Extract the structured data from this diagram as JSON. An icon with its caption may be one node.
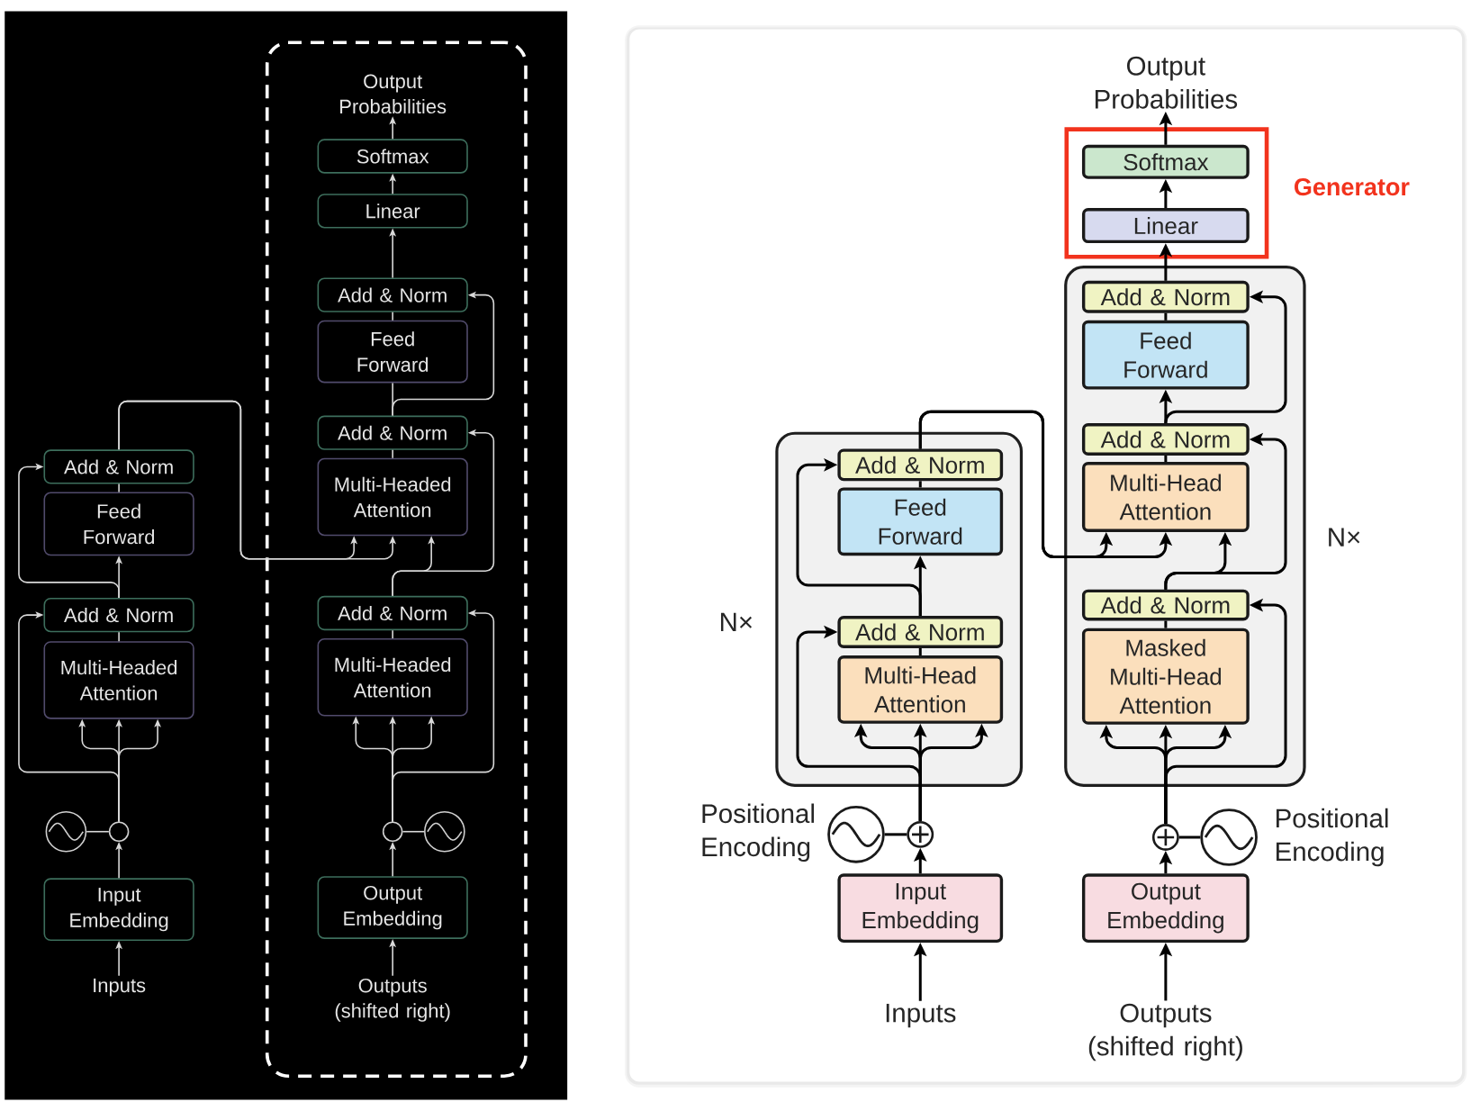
{
  "diagram": {
    "nodes": [
      {
        "text": [],
        "shape": "box"
      },
      {
        "text": [
          "Output Probabilities"
        ],
        "in": 0
      },
      {
        "text": [
          "Softmax"
        ],
        "in": 0
      },
      {
        "text": [
          "Linear"
        ],
        "in": 0
      },
      {
        "text": [
          "Add & Norm"
        ],
        "in": 0
      },
      {
        "text": [
          "Feed Forward"
        ],
        "in": 0
      },
      {
        "text": [
          "Add & Norm"
        ],
        "in": 0
      },
      {
        "text": [
          "Multi-Headed Attention"
        ],
        "in": 0
      },
      {
        "text": [
          "Add & Norm"
        ],
        "in": 0
      },
      {
        "text": [
          "Multi-Headed Attention"
        ],
        "in": 0
      },
      {
        "text": [],
        "shape": "circle",
        "in": 0
      },
      {
        "text": [],
        "shape": "circle",
        "in": 0
      },
      {
        "text": [
          "Output Embedding"
        ],
        "in": 0
      },
      {
        "text": [
          "Outputs (shifted right)"
        ],
        "in": 0
      },
      {
        "text": [
          "Add & Norm"
        ]
      },
      {
        "text": [
          "Feed Forward"
        ]
      },
      {
        "text": [
          "Add & Norm"
        ]
      },
      {
        "text": [
          "Multi-Headed Attention"
        ]
      },
      {
        "text": [],
        "shape": "circle"
      },
      {
        "text": [],
        "shape": "circle"
      },
      {
        "text": [
          "Input Embedding"
        ]
      },
      {
        "text": [
          "Inputs"
        ]
      },
      {
        "text": [
          "Output Probabilities"
        ]
      },
      {
        "text": [],
        "shape": "box",
        "beside": [
          "Generator"
        ]
      },
      {
        "text": [
          "Softmax"
        ],
        "in": 23
      },
      {
        "text": [
          "Linear"
        ],
        "in": 23
      },
      {
        "text": [],
        "shape": "box",
        "beside": [
          "N×"
        ]
      },
      {
        "text": [
          "Add & Norm"
        ],
        "in": 26
      },
      {
        "text": [
          "Feed Forward"
        ],
        "in": 26
      },
      {
        "text": [
          "Add & Norm"
        ],
        "in": 26
      },
      {
        "text": [
          "Multi-Head Attention"
        ],
        "in": 26
      },
      {
        "text": [
          "Add & Norm"
        ],
        "in": 26
      },
      {
        "text": [
          "Masked Multi-Head Attention"
        ],
        "in": 26
      },
      {
        "text": [],
        "shape": "box",
        "beside": [
          "N×"
        ]
      },
      {
        "text": [
          "Add & Norm"
        ],
        "in": 33
      },
      {
        "text": [
          "Feed Forward"
        ],
        "in": 33
      },
      {
        "text": [
          "Add & Norm"
        ],
        "in": 33
      },
      {
        "text": [
          "Multi-Head Attention"
        ],
        "in": 33
      },
      {
        "text": [],
        "shape": "circle",
        "beside": [
          "Positional Encoding"
        ]
      },
      {
        "text": [],
        "shape": "circle"
      },
      {
        "text": [
          "Input Embedding"
        ]
      },
      {
        "text": [
          "Inputs"
        ]
      },
      {
        "text": [],
        "shape": "circle"
      },
      {
        "text": [],
        "shape": "circle",
        "beside": [
          "Positional Encoding"
        ]
      },
      {
        "text": [
          "Output Embedding"
        ]
      },
      {
        "text": [
          "Outputs (shifted right)"
        ]
      }
    ],
    "edges": [
      {
        "from": 21,
        "to": 20,
        "arrow": "to",
        "color": "#d9d9d9"
      },
      {
        "from": 20,
        "to": 19,
        "arrow": "to",
        "color": "#d9d9d9"
      },
      {
        "from": 18,
        "to": 19,
        "arrow": "none",
        "color": "#d9d9d9"
      },
      {
        "from": 19,
        "to": 17,
        "arrow": "to",
        "color": "#d9d9d9"
      },
      {
        "from": 19,
        "to": 17,
        "arrow": "to",
        "color": "#d9d9d9"
      },
      {
        "from": 19,
        "to": 17,
        "arrow": "to",
        "color": "#d9d9d9"
      },
      {
        "from": 19,
        "to": 16,
        "arrow": "to",
        "color": "#d9d9d9"
      },
      {
        "from": 17,
        "to": 16,
        "arrow": "none",
        "color": "#d9d9d9"
      },
      {
        "from": 16,
        "to": 15,
        "arrow": "to",
        "color": "#d9d9d9"
      },
      {
        "from": 16,
        "to": 14,
        "arrow": "to",
        "color": "#d9d9d9"
      },
      {
        "from": 15,
        "to": 14,
        "arrow": "none",
        "color": "#d9d9d9"
      },
      {
        "from": 14,
        "to": 7,
        "arrow": "to",
        "color": "#d9d9d9"
      },
      {
        "from": 14,
        "to": 7,
        "arrow": "to",
        "color": "#d9d9d9"
      },
      {
        "from": 13,
        "to": 12,
        "arrow": "to",
        "color": "#d9d9d9"
      },
      {
        "from": 12,
        "to": 10,
        "arrow": "to",
        "color": "#d9d9d9"
      },
      {
        "from": 11,
        "to": 10,
        "arrow": "none",
        "color": "#d9d9d9"
      },
      {
        "from": 10,
        "to": 9,
        "arrow": "to",
        "color": "#d9d9d9"
      },
      {
        "from": 10,
        "to": 9,
        "arrow": "to",
        "color": "#d9d9d9"
      },
      {
        "from": 10,
        "to": 9,
        "arrow": "to",
        "color": "#d9d9d9"
      },
      {
        "from": 10,
        "to": 8,
        "arrow": "to",
        "color": "#d9d9d9"
      },
      {
        "from": 9,
        "to": 8,
        "arrow": "none",
        "color": "#d9d9d9"
      },
      {
        "from": 8,
        "to": 7,
        "arrow": "to",
        "color": "#d9d9d9"
      },
      {
        "from": 8,
        "to": 6,
        "arrow": "to",
        "color": "#d9d9d9"
      },
      {
        "from": 7,
        "to": 6,
        "arrow": "none",
        "color": "#d9d9d9"
      },
      {
        "from": 6,
        "to": 5,
        "arrow": "none",
        "color": "#d9d9d9"
      },
      {
        "from": 6,
        "to": 4,
        "arrow": "to",
        "color": "#d9d9d9"
      },
      {
        "from": 5,
        "to": 4,
        "arrow": "none",
        "color": "#d9d9d9"
      },
      {
        "from": 4,
        "to": 3,
        "arrow": "to",
        "color": "#d9d9d9"
      },
      {
        "from": 3,
        "to": 2,
        "arrow": "to",
        "color": "#d9d9d9"
      },
      {
        "from": 2,
        "to": 1,
        "arrow": "to",
        "color": "#d9d9d9"
      },
      {
        "from": 41,
        "to": 40,
        "arrow": "to",
        "color": "#000000"
      },
      {
        "from": 40,
        "to": 39,
        "arrow": "to",
        "color": "#000000"
      },
      {
        "from": 38,
        "to": 39,
        "arrow": "none",
        "color": "#000000"
      },
      {
        "from": 39,
        "to": 37,
        "arrow": "to",
        "color": "#000000"
      },
      {
        "from": 39,
        "to": 37,
        "arrow": "to",
        "color": "#000000"
      },
      {
        "from": 39,
        "to": 37,
        "arrow": "to",
        "color": "#000000"
      },
      {
        "from": 39,
        "to": 36,
        "arrow": "to",
        "color": "#000000"
      },
      {
        "from": 37,
        "to": 36,
        "arrow": "none",
        "color": "#000000"
      },
      {
        "from": 36,
        "to": 35,
        "arrow": "to",
        "color": "#000000"
      },
      {
        "from": 36,
        "to": 34,
        "arrow": "to",
        "color": "#000000"
      },
      {
        "from": 35,
        "to": 34,
        "arrow": "none",
        "color": "#000000"
      },
      {
        "from": 34,
        "to": 30,
        "arrow": "to",
        "color": "#000000"
      },
      {
        "from": 34,
        "to": 30,
        "arrow": "to",
        "color": "#000000"
      },
      {
        "from": 45,
        "to": 44,
        "arrow": "to",
        "color": "#000000"
      },
      {
        "from": 44,
        "to": 42,
        "arrow": "to",
        "color": "#000000"
      },
      {
        "from": 43,
        "to": 42,
        "arrow": "none",
        "color": "#000000"
      },
      {
        "from": 42,
        "to": 32,
        "arrow": "to",
        "color": "#000000"
      },
      {
        "from": 42,
        "to": 32,
        "arrow": "to",
        "color": "#000000"
      },
      {
        "from": 42,
        "to": 32,
        "arrow": "to",
        "color": "#000000"
      },
      {
        "from": 42,
        "to": 31,
        "arrow": "to",
        "color": "#000000"
      },
      {
        "from": 32,
        "to": 31,
        "arrow": "none",
        "color": "#000000"
      },
      {
        "from": 31,
        "to": 30,
        "arrow": "to",
        "color": "#000000"
      },
      {
        "from": 31,
        "to": 29,
        "arrow": "to",
        "color": "#000000"
      },
      {
        "from": 30,
        "to": 29,
        "arrow": "none",
        "color": "#000000"
      },
      {
        "from": 29,
        "to": 28,
        "arrow": "to",
        "color": "#000000"
      },
      {
        "from": 29,
        "to": 27,
        "arrow": "to",
        "color": "#000000"
      },
      {
        "from": 28,
        "to": 27,
        "arrow": "none",
        "color": "#000000"
      },
      {
        "from": 27,
        "to": 25,
        "arrow": "to",
        "color": "#000000"
      },
      {
        "from": 25,
        "to": 24,
        "arrow": "to",
        "color": "#000000"
      },
      {
        "from": 24,
        "to": 22,
        "arrow": "to",
        "color": "#000000"
      }
    ]
  }
}
